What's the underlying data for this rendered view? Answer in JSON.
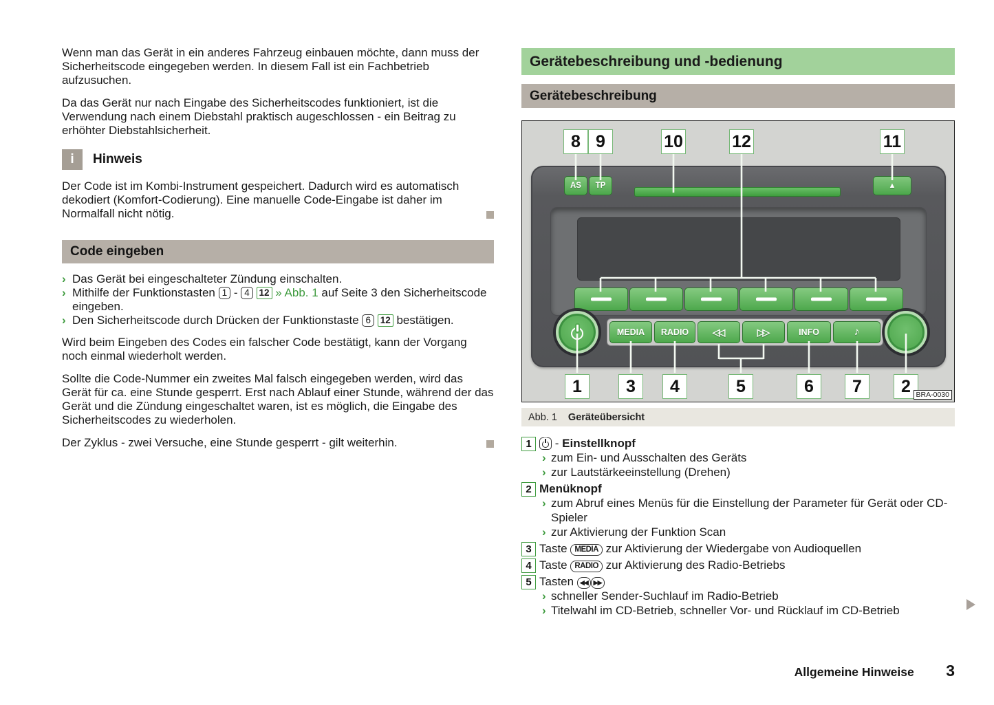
{
  "colors": {
    "accent_green": "#3f9b3f",
    "header_green_bg": "#a2d29b",
    "header_tan_bg": "#b6afa7",
    "device_button_green": "#55ad53",
    "note_icon_bg": "#a59e95",
    "end_marker_gray": "#b2a99e"
  },
  "glyphs": {
    "bullet": "›"
  },
  "left": {
    "p1": "Wenn man das Gerät in ein anderes Fahrzeug einbauen möchte, dann muss der Sicherheitscode eingegeben werden. In diesem Fall ist ein Fachbetrieb aufzusuchen.",
    "p2": "Da das Gerät nur nach Eingabe des Sicherheitscodes funktioniert, ist die Verwendung nach einem Diebstahl praktisch augeschlossen - ein Beitrag zu erhöhter Diebstahlsicherheit.",
    "note_icon": "i",
    "note_title": "Hinweis",
    "p3": "Der Code ist im Kombi-Instrument gespeichert. Dadurch wird es automatisch dekodiert (Komfort-Codierung). Eine manuelle Code-Eingabe ist daher im Normalfall nicht nötig.",
    "section": "Code eingeben",
    "b1": "Das Gerät bei eingeschalteter Zündung einschalten.",
    "b2": {
      "t1": "Mithilfe der Funktionstasten",
      "k1": "1",
      "dash": "-",
      "k2": "4",
      "k12": "12",
      "link": "» Abb. 1",
      "t2": "auf Seite 3 den Sicherheitscode eingeben."
    },
    "b3": {
      "t1": "Den Sicherheitscode durch Drücken der Funktionstaste",
      "k1": "6",
      "k12": "12",
      "t2": "bestätigen."
    },
    "p4": "Wird beim Eingeben des Codes ein falscher Code bestätigt, kann der Vorgang noch einmal wiederholt werden.",
    "p5": "Sollte die Code-Nummer ein zweites Mal falsch eingegeben werden, wird das Gerät für ca. eine Stunde gesperrt. Erst nach Ablauf einer Stunde, während der das Gerät und die Zündung eingeschaltet waren, ist es möglich, die Eingabe des Sicherheitscodes zu wiederholen.",
    "p6": "Der Zyklus - zwei Versuche, eine Stunde gesperrt - gilt weiterhin."
  },
  "right": {
    "main_header": "Gerätebeschreibung und -bedienung",
    "sub_header": "Gerätebeschreibung",
    "caption_fig": "Abb. 1",
    "caption_title": "Geräteübersicht"
  },
  "diagram": {
    "callouts_top": [
      "8",
      "9",
      "10",
      "12",
      "11"
    ],
    "callouts_bottom": [
      "1",
      "3",
      "4",
      "5",
      "6",
      "7",
      "2"
    ],
    "buttons": {
      "as": "AS",
      "tp": "TP",
      "eject": "▲",
      "media": "MEDIA",
      "radio": "RADIO",
      "rew": "◁◁",
      "ff": "▷▷",
      "info": "INFO",
      "note": "♪"
    },
    "image_code": "BRA-0030"
  },
  "device_list": {
    "item1": {
      "key": "1",
      "sep": "-",
      "title": "Einstellknopf",
      "sub1": "zum Ein- und Ausschalten des Geräts",
      "sub2": "zur Lautstärkeeinstellung (Drehen)"
    },
    "item2": {
      "key": "2",
      "title": "Menüknopf",
      "sub1": "zum Abruf eines Menüs für die Einstellung der Parameter für Gerät oder CD-Spieler",
      "sub2": "zur Aktivierung der Funktion Scan"
    },
    "item3": {
      "key": "3",
      "t1": "Taste",
      "btn": "MEDIA",
      "t2": "zur Aktivierung der Wiedergabe von Audioquellen"
    },
    "item4": {
      "key": "4",
      "t1": "Taste",
      "btn": "RADIO",
      "t2": "zur Aktivierung des Radio-Betriebs"
    },
    "item5": {
      "key": "5",
      "t1": "Tasten",
      "k1": "◀◀",
      "k2": "▶▶",
      "sub1": "schneller Sender-Suchlauf im Radio-Betrieb",
      "sub2": "Titelwahl im CD-Betrieb, schneller Vor- und Rücklauf im CD-Betrieb"
    }
  },
  "footer": {
    "section": "Allgemeine Hinweise",
    "page": "3"
  }
}
